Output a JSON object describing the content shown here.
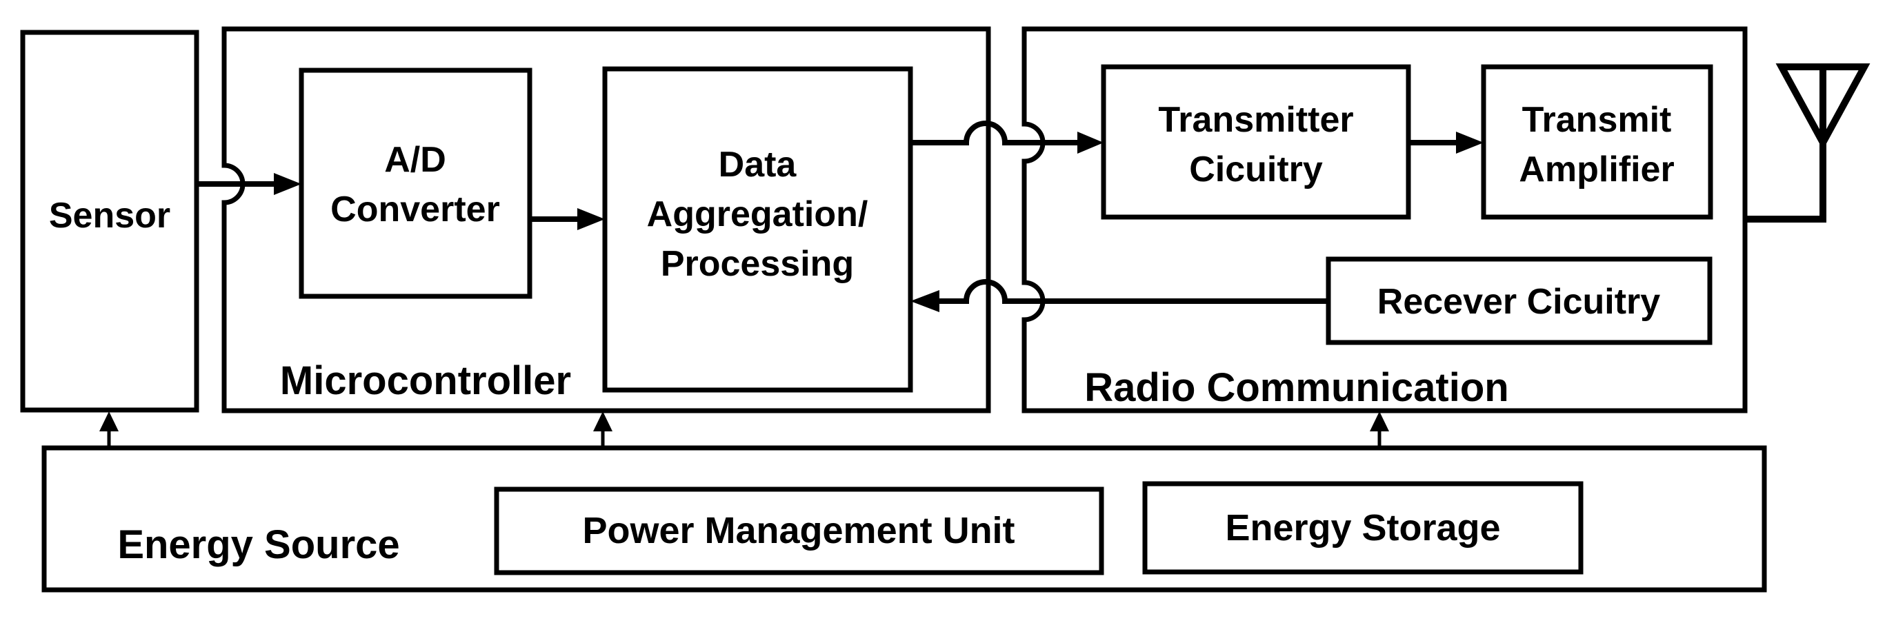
{
  "diagram": {
    "background_color": "#ffffff",
    "line_color": "#000000",
    "nodes": {
      "sensor": {
        "label": "Sensor"
      },
      "microcontroller": {
        "label": "Microcontroller"
      },
      "adc": {
        "lines": [
          "A/D",
          "Converter"
        ]
      },
      "data_aggregation": {
        "lines": [
          "Data",
          "Aggregation/",
          "Processing"
        ]
      },
      "radio": {
        "label": "Radio Communication"
      },
      "transmitter": {
        "lines": [
          "Transmitter",
          "Cicuitry"
        ]
      },
      "amplifier": {
        "lines": [
          "Transmit",
          "Amplifier"
        ]
      },
      "receiver": {
        "label": "Recever Cicuitry"
      },
      "energy_source": {
        "label": "Energy Source"
      },
      "pmu": {
        "label": "Power Management Unit"
      },
      "energy_storage": {
        "label": "Energy Storage"
      },
      "antenna": {
        "icon": "antenna-icon"
      }
    },
    "connections": [
      {
        "from": "sensor",
        "to": "adc",
        "type": "arrow"
      },
      {
        "from": "adc",
        "to": "data_aggregation",
        "type": "arrow"
      },
      {
        "from": "data_aggregation",
        "to": "transmitter",
        "type": "arrow"
      },
      {
        "from": "receiver",
        "to": "data_aggregation",
        "type": "arrow"
      },
      {
        "from": "transmitter",
        "to": "amplifier",
        "type": "arrow"
      },
      {
        "from": "energy_source",
        "to": "sensor",
        "type": "arrow"
      },
      {
        "from": "energy_source",
        "to": "microcontroller",
        "type": "arrow"
      },
      {
        "from": "energy_source",
        "to": "radio",
        "type": "arrow"
      },
      {
        "from": "radio",
        "to": "antenna",
        "type": "line"
      }
    ]
  }
}
